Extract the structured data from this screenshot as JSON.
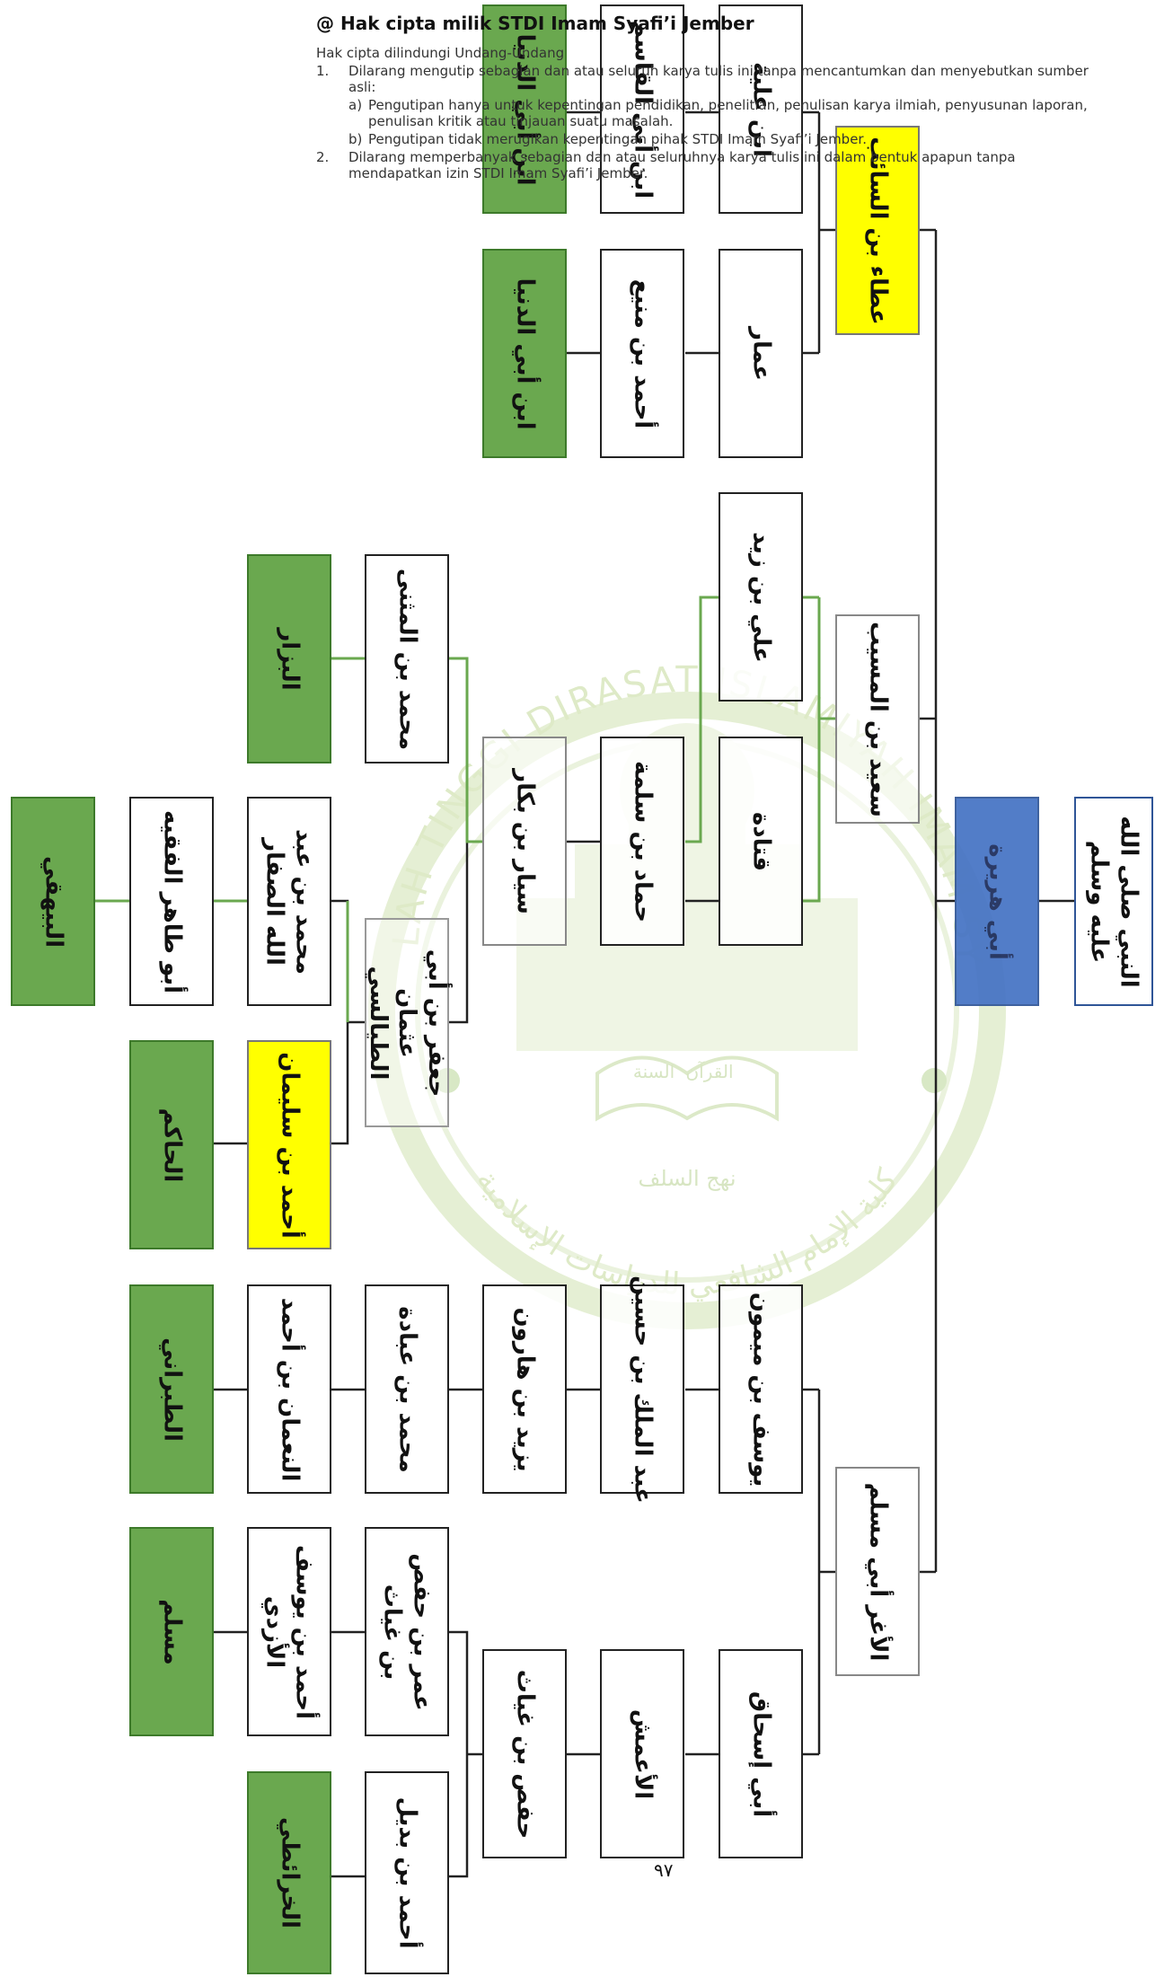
{
  "copyright": {
    "title": "@ Hak cipta milik STDI Imam Syafi’i Jember",
    "intro": "Hak cipta dilindungi Undang-Undang",
    "items": [
      {
        "num": "1.",
        "text": "Dilarang mengutip sebagian dan atau seluruh karya tulis ini tanpa mencantumkan dan menyebutkan sumber asli:",
        "subitems": [
          {
            "letter": "a)",
            "text": "Pengutipan hanya untuk kepentingan pendidikan, penelitian, penulisan karya ilmiah, penyusunan laporan, penulisan kritik atau tinjauan suatu masalah."
          },
          {
            "letter": "b)",
            "text": "Pengutipan tidak merugikan kepentingan pihak STDI Imam Syafi’i Jember."
          }
        ]
      },
      {
        "num": "2.",
        "text": "Dilarang memperbanyak sebagian dan atau seluruhnya karya tulis ini dalam bentuk apapun tanpa mendapatkan izin STDI Imam Syafi’i Jember.",
        "subitems": []
      }
    ]
  },
  "watermark": {
    "arc_text": "SEKOLAH TINGGI DIRASAT ISLAMIYAH IMAM SYAFI'I",
    "book_left": "القرآن",
    "book_right": "السنة",
    "motto": "نهج السلف",
    "arabic_name": "كلية الإمام الشافعي للدراسات الإسلامية"
  },
  "page_number": "٩٧",
  "colors": {
    "green": "#6aa84f",
    "yellow": "#ffff00",
    "blue": "#4472c4",
    "line_dark": "#222222",
    "line_green": "#6aa84f",
    "watermark": "#dbe8c2"
  },
  "diagram": {
    "nodes": [
      {
        "id": "nabi",
        "label": "النبي صلى الله عليه وسلم",
        "style": "blue-outline"
      },
      {
        "id": "abu_hurairah",
        "label": "أبي هريرة",
        "style": "blue"
      },
      {
        "id": "ata",
        "label": "عطاء بن السائب",
        "style": "yellow"
      },
      {
        "id": "said",
        "label": "سعيد بن المسيب",
        "style": "gray"
      },
      {
        "id": "agharr",
        "label": "الأغر أبي مسلم",
        "style": "gray"
      },
      {
        "id": "ammar",
        "label": "عمار",
        "style": "white"
      },
      {
        "id": "aliyah",
        "label": "ابن علية",
        "style": "white"
      },
      {
        "id": "ahmad_mani",
        "label": "أحمد بن منيع",
        "style": "white"
      },
      {
        "id": "qashim",
        "label": "ابن أبي القاسم",
        "style": "white"
      },
      {
        "id": "ibn_abi_dunya1",
        "label": "ابن أبي الدنيا",
        "style": "green"
      },
      {
        "id": "ibn_abi_dunya2",
        "label": "ابن أبي الدنيا",
        "style": "green"
      },
      {
        "id": "ali_zaid",
        "label": "علي بن زيد",
        "style": "white"
      },
      {
        "id": "qatadah",
        "label": "قتادة",
        "style": "white"
      },
      {
        "id": "hammad",
        "label": "حماد بن سلمة",
        "style": "white"
      },
      {
        "id": "sayyar",
        "label": "سيار بن بكار",
        "style": "gray"
      },
      {
        "id": "jafar",
        "label": "جعفر بن أبي عثمان الطيالسي",
        "style": "gray-light"
      },
      {
        "id": "muh_muthanna",
        "label": "محمد بن المثنى",
        "style": "white"
      },
      {
        "id": "bazzar",
        "label": "البزار",
        "style": "green"
      },
      {
        "id": "muh_saffar",
        "label": "محمد بن عبد الله الصفار",
        "style": "white"
      },
      {
        "id": "abu_tahir",
        "label": "أبو طاهر الفقيه",
        "style": "white"
      },
      {
        "id": "baihaqi",
        "label": "البيهقي",
        "style": "green"
      },
      {
        "id": "ahmad_sulaiman",
        "label": "أحمد بن سليمان",
        "style": "yellow"
      },
      {
        "id": "hakim",
        "label": "الحاكم",
        "style": "green"
      },
      {
        "id": "yusuf_maimun",
        "label": "يوسف بن ميمون",
        "style": "white"
      },
      {
        "id": "abdulmalik",
        "label": "عبد الملك بن حسين",
        "style": "white"
      },
      {
        "id": "yazid",
        "label": "يزيد بن هارون",
        "style": "white"
      },
      {
        "id": "muh_ubadah",
        "label": "محمد بن عبادة",
        "style": "white"
      },
      {
        "id": "numan",
        "label": "النعمان بن أحمد",
        "style": "white"
      },
      {
        "id": "tabarani",
        "label": "الطبراني",
        "style": "green"
      },
      {
        "id": "abu_ishaq",
        "label": "أبي إسحاق",
        "style": "white"
      },
      {
        "id": "amash",
        "label": "الأعمش",
        "style": "white"
      },
      {
        "id": "hafs",
        "label": "حفص بن غياث",
        "style": "white"
      },
      {
        "id": "umar_hafs",
        "label": "عمر بن حفص بن غياث",
        "style": "white"
      },
      {
        "id": "ahmad_azdi",
        "label": "أحمد بن يوسف الأزدي",
        "style": "white"
      },
      {
        "id": "muslim",
        "label": "مسلم",
        "style": "green"
      },
      {
        "id": "ahmad_budail",
        "label": "أحمد بن بديل",
        "style": "white"
      },
      {
        "id": "kharaiti",
        "label": "الخرائطي",
        "style": "green"
      }
    ]
  }
}
